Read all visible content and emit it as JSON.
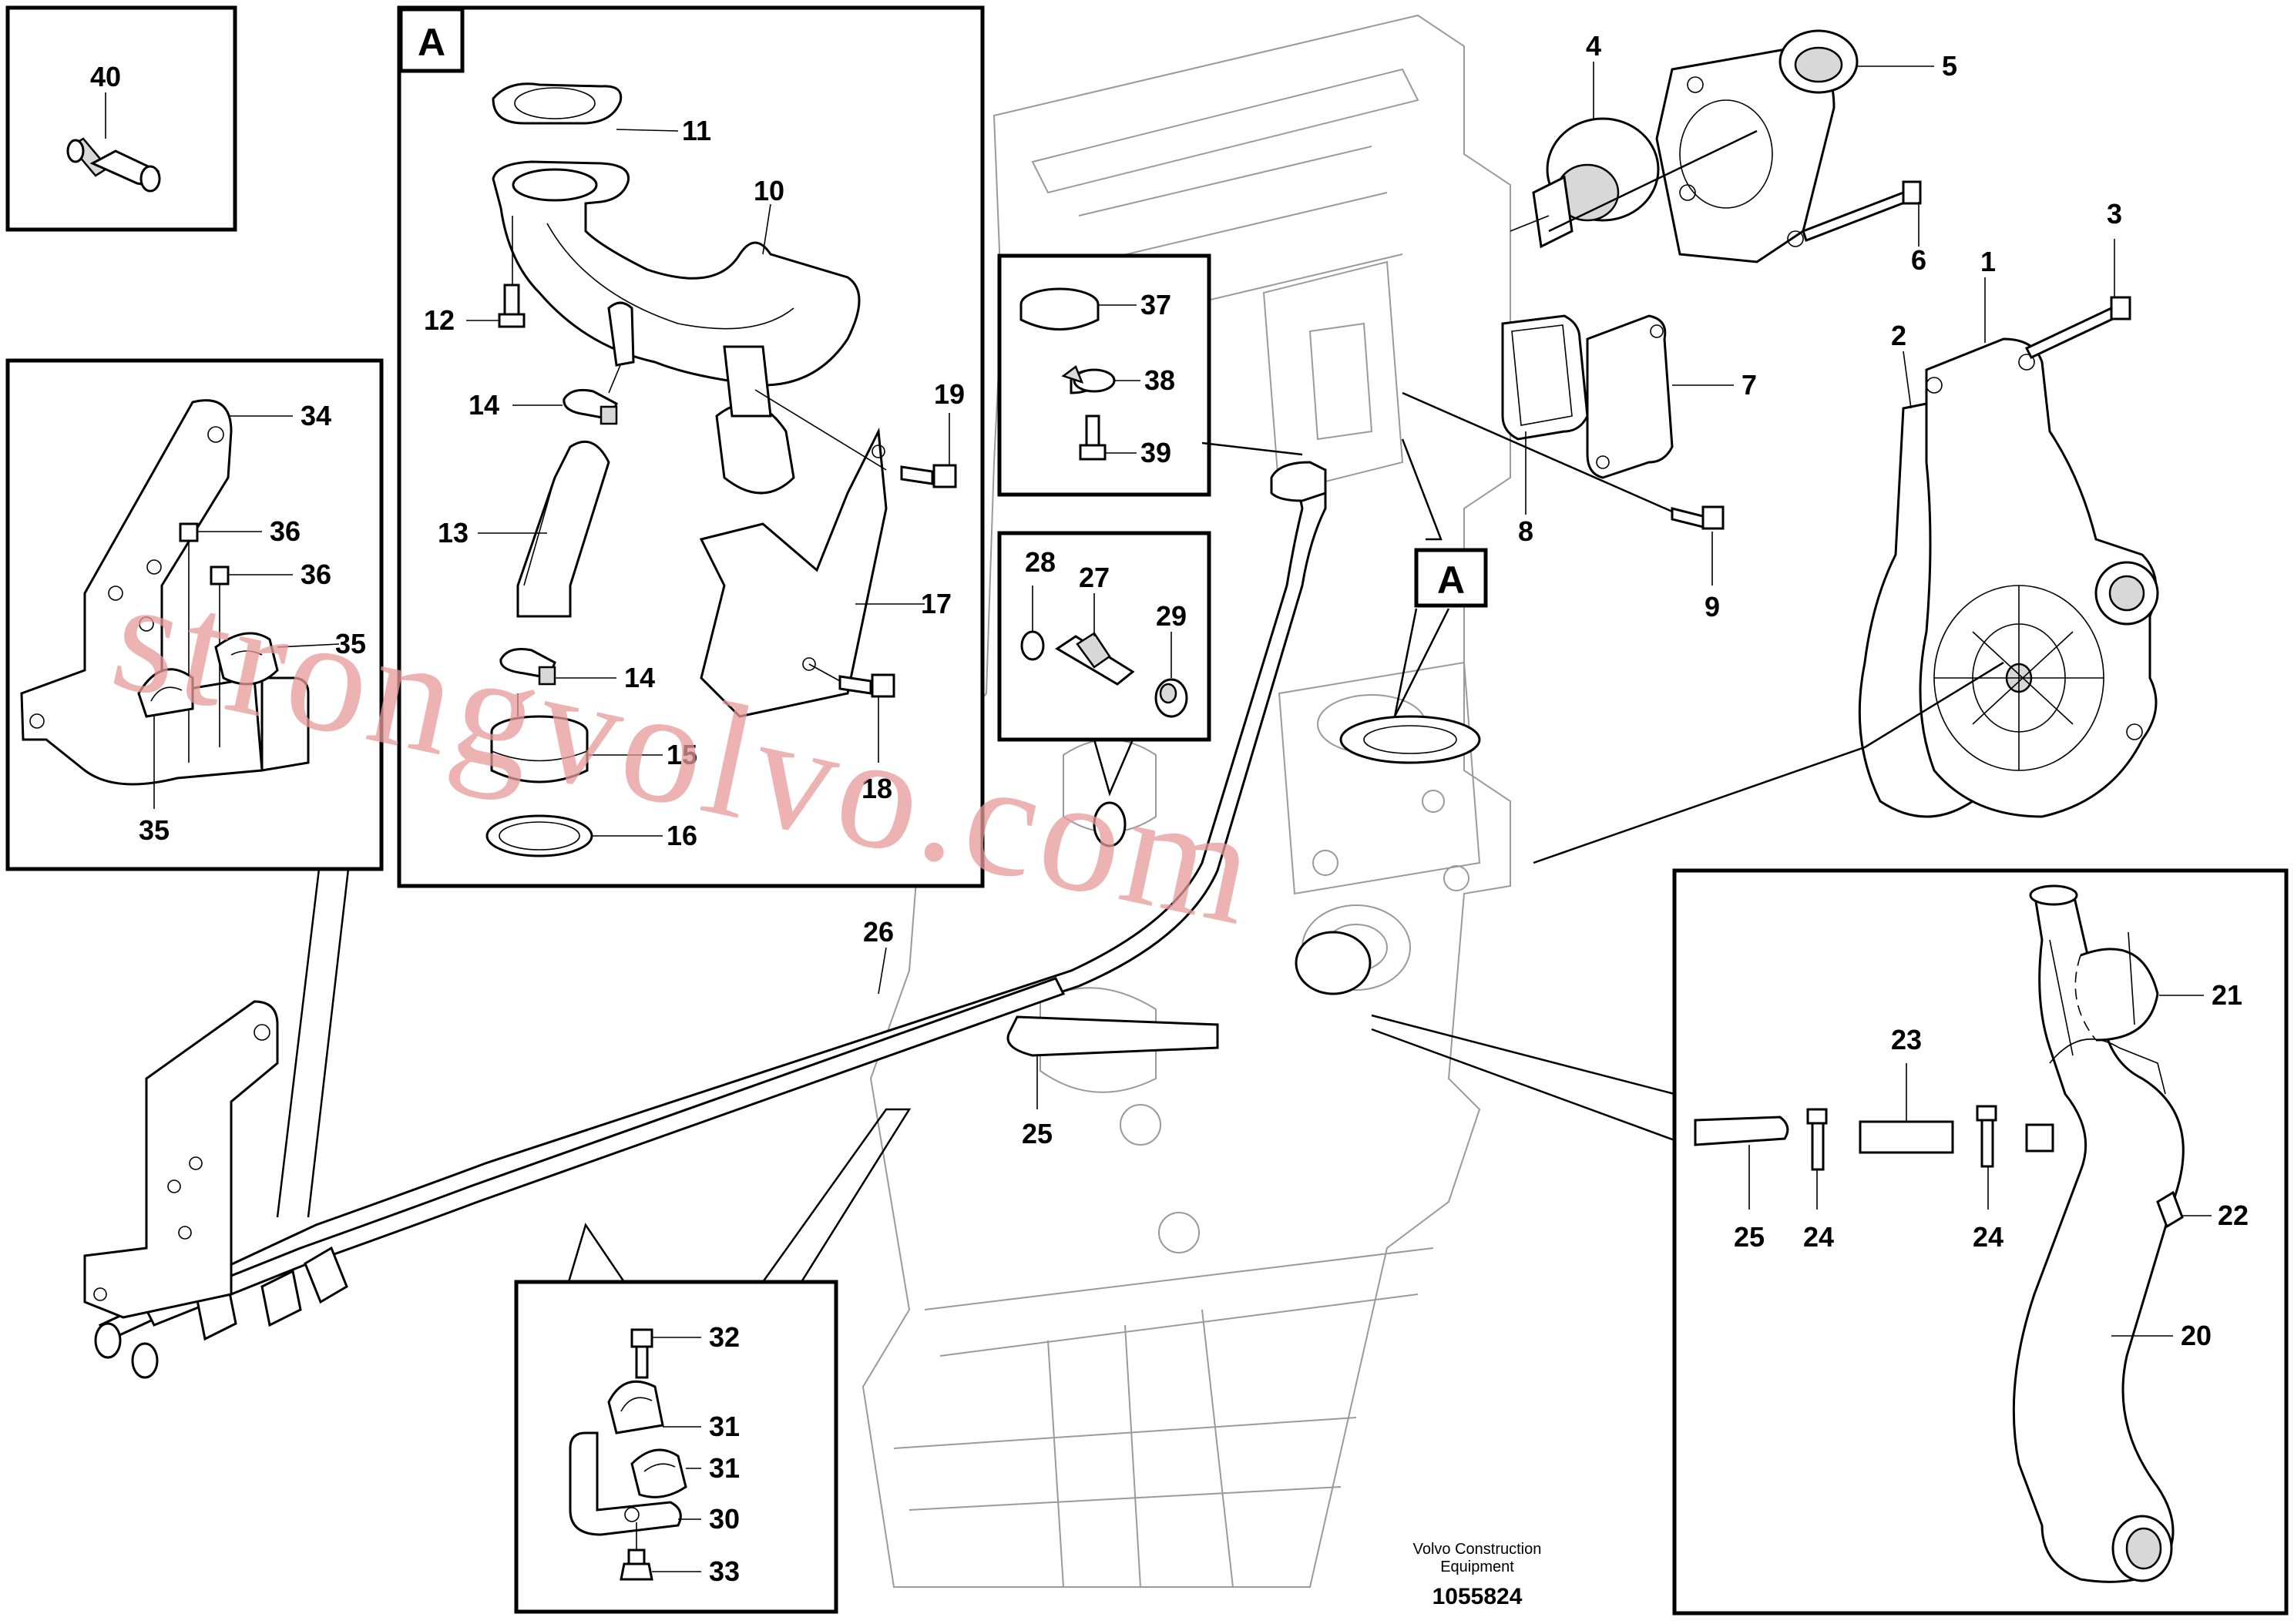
{
  "watermark": "strongvolvo.com",
  "caption": {
    "line1": "Volvo Construction",
    "line2": "Equipment",
    "drawing_number": "1055824"
  },
  "view_marker": "A",
  "labels": {
    "p1": "1",
    "p2": "2",
    "p3": "3",
    "p4": "4",
    "p5": "5",
    "p6": "6",
    "p7": "7",
    "p8": "8",
    "p9": "9",
    "p10": "10",
    "p11": "11",
    "p12": "12",
    "p13": "13",
    "p14a": "14",
    "p14b": "14",
    "p15": "15",
    "p16": "16",
    "p17": "17",
    "p18": "18",
    "p19": "19",
    "p20": "20",
    "p21": "21",
    "p22": "22",
    "p23": "23",
    "p24a": "24",
    "p24b": "24",
    "p25a": "25",
    "p25b": "25",
    "p26": "26",
    "p27": "27",
    "p28": "28",
    "p29": "29",
    "p30": "30",
    "p31a": "31",
    "p31b": "31",
    "p32": "32",
    "p33": "33",
    "p34": "34",
    "p35a": "35",
    "p35b": "35",
    "p36a": "36",
    "p36b": "36",
    "p37": "37",
    "p38": "38",
    "p39": "39",
    "p40": "40"
  }
}
